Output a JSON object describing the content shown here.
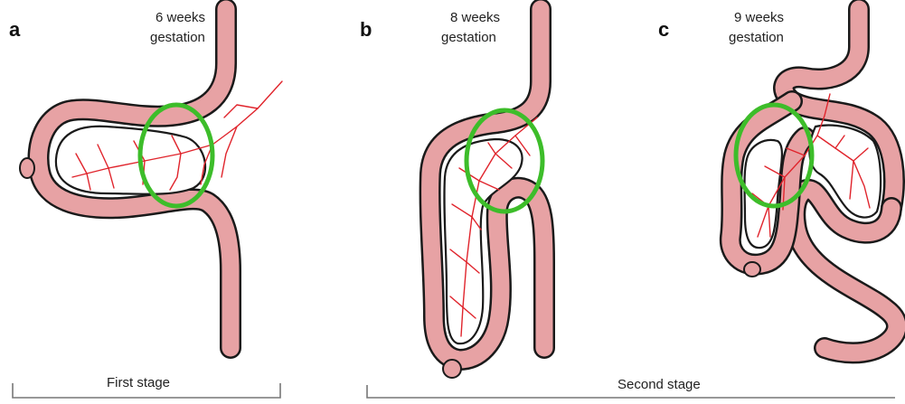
{
  "panels": [
    {
      "letter": "a",
      "weeks_line1": "6 weeks",
      "weeks_line2": "gestation"
    },
    {
      "letter": "b",
      "weeks_line1": "8 weeks",
      "weeks_line2": "gestation"
    },
    {
      "letter": "c",
      "weeks_line1": "9 weeks",
      "weeks_line2": "gestation"
    }
  ],
  "stages": {
    "first": "First stage",
    "second": "Second stage"
  },
  "colors": {
    "tube_fill": "#e7a2a4",
    "tube_outline": "#1a1a1a",
    "vessels": "#e0242c",
    "highlight_ring": "#3dbd2a",
    "bracket": "#777777"
  }
}
